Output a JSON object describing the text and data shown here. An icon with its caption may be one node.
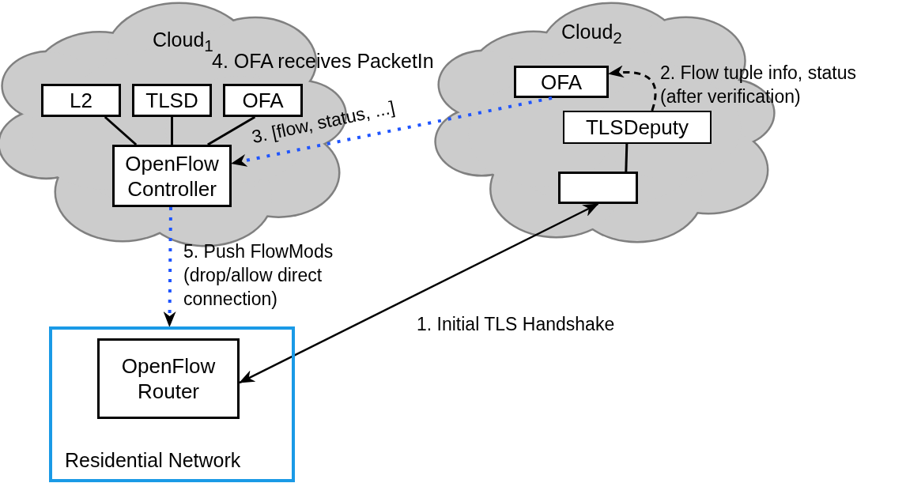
{
  "diagram": {
    "nodes": [
      {
        "text": [
          "Cloud$_{1}$"
        ]
      },
      {
        "text": [
          "L2"
        ],
        "in": 0
      },
      {
        "text": [
          "TLSD"
        ],
        "in": 0
      },
      {
        "text": [
          "OFA"
        ],
        "in": 0
      },
      {
        "text": [
          "OpenFlow Controller"
        ],
        "in": 0
      },
      {
        "text": [
          "Cloud$_{2}$"
        ]
      },
      {
        "text": [
          "OFA"
        ],
        "in": 5
      },
      {
        "text": [
          "TLSDeputy"
        ],
        "in": 5
      },
      {
        "text": [],
        "shape": "box",
        "in": 5
      },
      {
        "text": [
          "Residential Network"
        ]
      },
      {
        "text": [
          "OpenFlow Router"
        ],
        "in": 9
      }
    ],
    "edges": [
      {
        "from": 1,
        "to": 4,
        "arrow": "none"
      },
      {
        "from": 2,
        "to": 4,
        "arrow": "none"
      },
      {
        "from": 3,
        "to": 4,
        "arrow": "none"
      },
      {
        "from": 7,
        "to": 6,
        "arrow": "to",
        "style": "dashed",
        "label": "2. Flow tuple info, status (after verification)"
      },
      {
        "from": 6,
        "to": 4,
        "arrow": "to",
        "style": "dashed",
        "color": "#1f55ff",
        "label": "3. [flow, status, ...]"
      },
      {
        "from": 7,
        "to": 8,
        "arrow": "none"
      },
      {
        "from": 8,
        "to": 10,
        "arrow": "both",
        "label": "1. Initial TLS Handshake"
      },
      {
        "from": 4,
        "to": 9,
        "arrow": "to",
        "style": "dashed",
        "color": "#1f55ff",
        "label": "5. Push FlowMods (drop/allow direct connection)"
      }
    ],
    "labels": [
      "4. OFA receives PacketIn"
    ]
  }
}
